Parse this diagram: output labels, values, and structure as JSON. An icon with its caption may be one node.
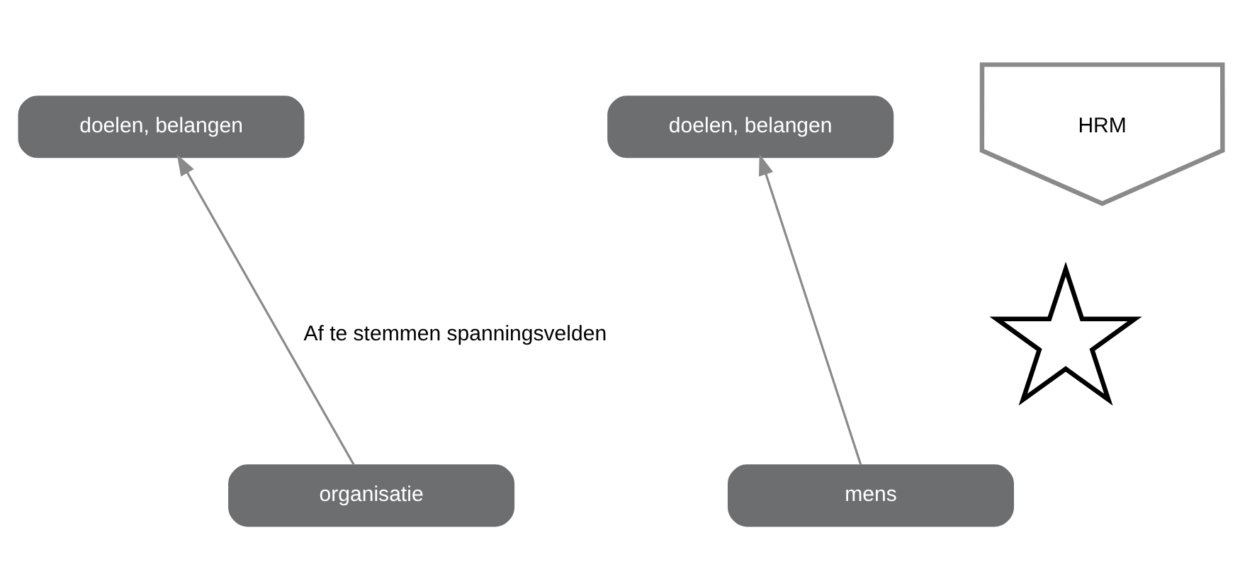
{
  "diagram": {
    "nodes": [
      {
        "text": [
          "doelen, belangen"
        ]
      },
      {
        "text": [
          "HRM"
        ]
      },
      {
        "text": [
          "doelen, belangen"
        ]
      },
      {
        "text": [],
        "shape": "star"
      },
      {
        "text": [
          "mens"
        ]
      },
      {
        "text": [
          "organisatie"
        ]
      }
    ],
    "edges": [
      {
        "from": 4,
        "to": 2,
        "arrow": "to"
      },
      {
        "from": 5,
        "to": 0,
        "arrow": "to"
      }
    ],
    "labels": [
      "Af te stemmen spanningsvelden"
    ]
  }
}
